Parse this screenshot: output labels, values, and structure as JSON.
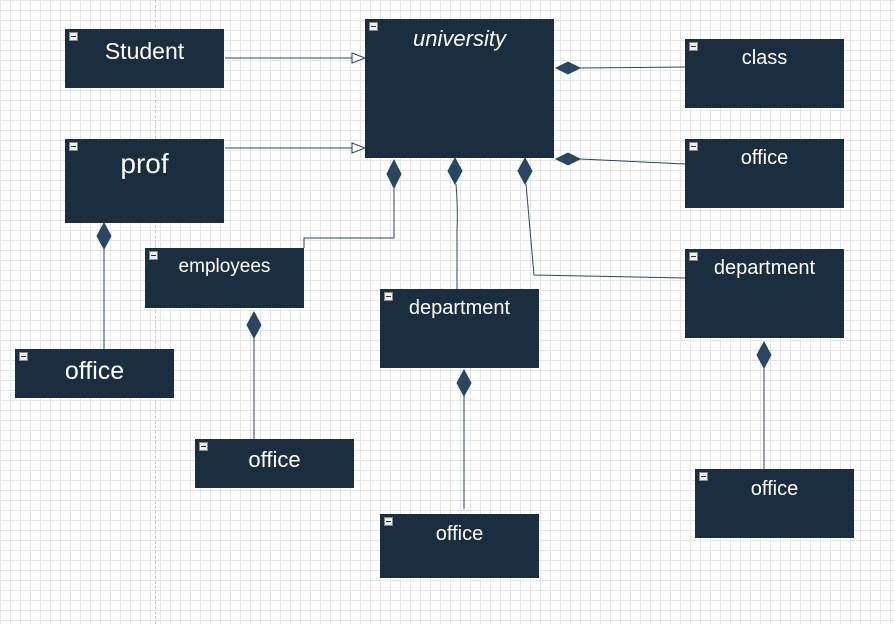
{
  "diagram": {
    "nodes": {
      "student": "Student",
      "prof": "prof",
      "prof_office": "office",
      "university": "university",
      "class": "class",
      "university_office": "office",
      "employees": "employees",
      "employees_office": "office",
      "department_center": "department",
      "department_center_office": "office",
      "department_right": "department",
      "department_right_office": "office"
    },
    "relations": [
      {
        "from": "student",
        "to": "university",
        "kind": "inheritance"
      },
      {
        "from": "prof",
        "to": "university",
        "kind": "inheritance"
      },
      {
        "from": "university",
        "to": "class",
        "kind": "composition"
      },
      {
        "from": "university",
        "to": "university_office",
        "kind": "composition"
      },
      {
        "from": "university",
        "to": "employees",
        "kind": "composition"
      },
      {
        "from": "university",
        "to": "department_center",
        "kind": "composition"
      },
      {
        "from": "university",
        "to": "department_right",
        "kind": "composition"
      },
      {
        "from": "prof",
        "to": "prof_office",
        "kind": "composition"
      },
      {
        "from": "employees",
        "to": "employees_office",
        "kind": "composition"
      },
      {
        "from": "department_center",
        "to": "department_center_office",
        "kind": "composition"
      },
      {
        "from": "department_right",
        "to": "department_right_office",
        "kind": "composition"
      }
    ],
    "colors": {
      "node_fill": "#1b2e40",
      "node_text": "#ffffff",
      "connector": "#2a4660",
      "grid": "#e4e4e4"
    }
  }
}
